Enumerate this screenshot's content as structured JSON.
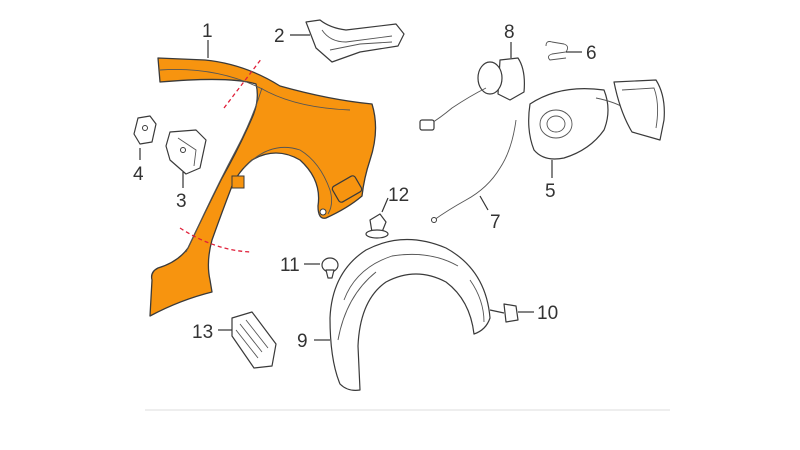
{
  "colors": {
    "panel_fill": "#F7940F",
    "cut_line": "#E0203A",
    "outline": "#3A3A3A",
    "background": "#FFFFFF"
  },
  "parts": [
    {
      "id": "quarter-panel",
      "callout": "1"
    },
    {
      "id": "reinforcement-bracket",
      "callout": "2"
    },
    {
      "id": "mount-bracket",
      "callout": "3"
    },
    {
      "id": "small-clip",
      "callout": "4"
    },
    {
      "id": "fuel-door",
      "callout": "5"
    },
    {
      "id": "spring-clip",
      "callout": "6"
    },
    {
      "id": "fuel-door-cable",
      "callout": "7"
    },
    {
      "id": "release-actuator",
      "callout": "8"
    },
    {
      "id": "fender-liner",
      "callout": "9"
    },
    {
      "id": "flange-bolt",
      "callout": "10"
    },
    {
      "id": "push-pin",
      "callout": "11"
    },
    {
      "id": "retainer-clip",
      "callout": "12"
    },
    {
      "id": "vent-grille",
      "callout": "13"
    }
  ]
}
